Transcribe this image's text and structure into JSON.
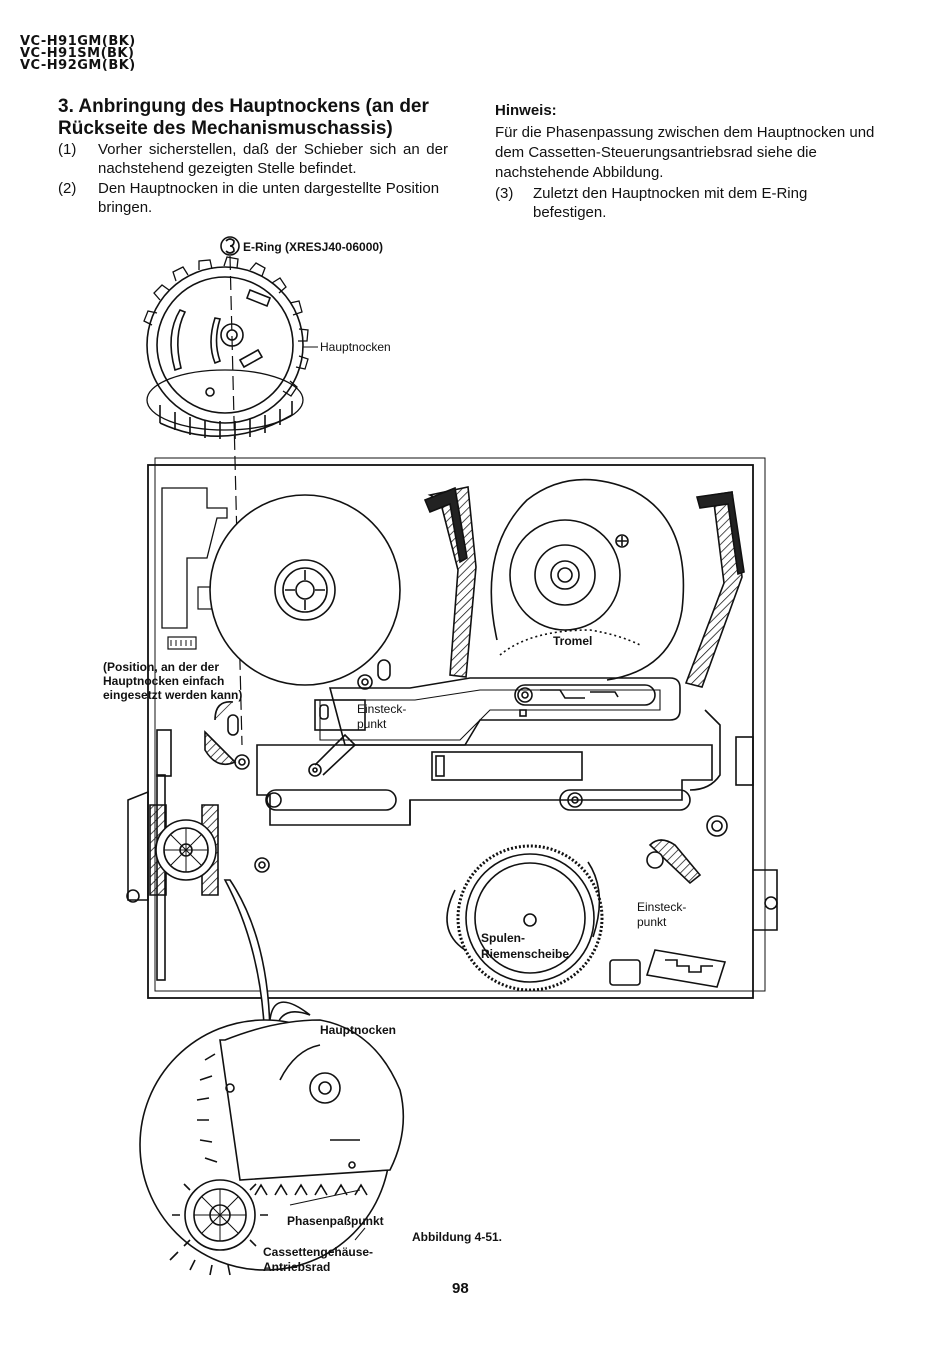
{
  "header": {
    "models": [
      "VC-H91GM(BK)",
      "VC-H91SM(BK)",
      "VC-H92GM(BK)"
    ]
  },
  "section": {
    "title": "3. Anbringung des Hauptnockens (an der Rückseite des Mechanismuschassis)",
    "steps": [
      {
        "num": "(1)",
        "text": "Vorher sicherstellen, daß der Schieber sich an der nachstehend gezeigten Stelle befindet."
      },
      {
        "num": "(2)",
        "text": "Den Hauptnocken in die unten dargestellte Position bringen."
      }
    ]
  },
  "note": {
    "heading": "Hinweis:",
    "body": "Für die Phasenpassung zwischen dem Hauptnocken und dem Cassetten-Steuerungsantriebsrad siehe die nachstehende Abbildung.",
    "step3_num": "(3)",
    "step3_text": "Zuletzt den Hauptnocken mit dem E-Ring befestigen."
  },
  "diagram_labels": {
    "e_ring": "E-Ring (XRESJ40-06000)",
    "hauptnocken_top": "Hauptnocken",
    "position": "(Position, an der der Hauptnocken einfach eingesetzt werden kann)",
    "einsteckpunkt_1": "Einsteck-punkt",
    "tromel": "Tromel",
    "einsteckpunkt_2": "Einsteck-punkt",
    "spulen": "Spulen-Riemenscheibe",
    "hauptnocken_bottom": "Hauptnocken",
    "phasenpasspunkt": "Phasenpaßpunkt",
    "cassettengehause": "Cassettengehäuse-Antriebsrad"
  },
  "figure_caption": "Abbildung 4-51.",
  "page_number": "98"
}
